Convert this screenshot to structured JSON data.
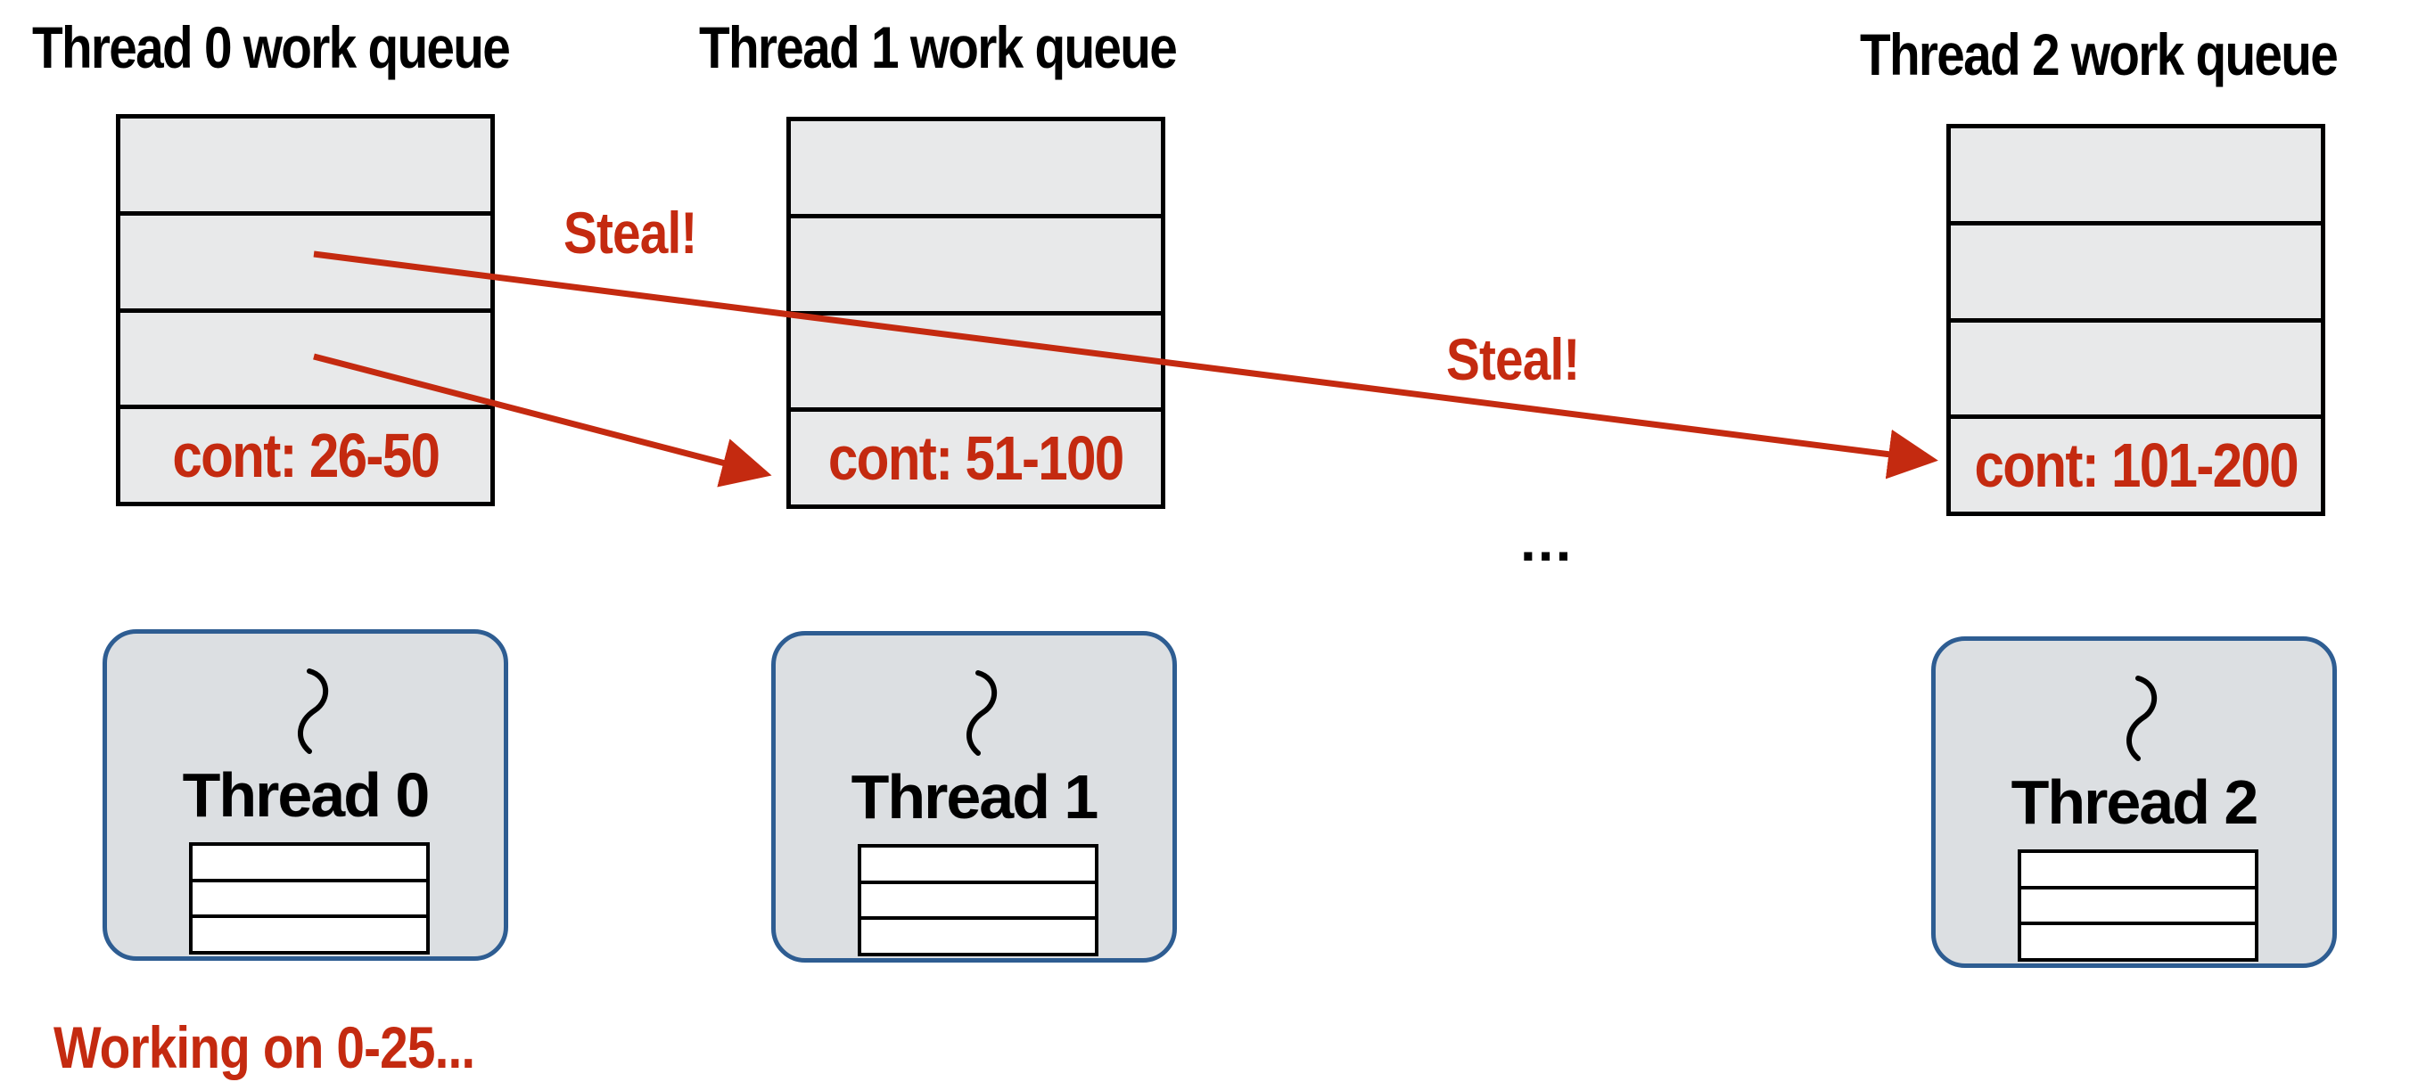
{
  "colors": {
    "accent_red": "#c42a10",
    "thread_border": "#2e5d92",
    "queue_fill": "#e8e9ea",
    "thread_fill": "#dcdfe2"
  },
  "queues": [
    {
      "title": "Thread 0 work queue",
      "cont_label": "cont: 26-50"
    },
    {
      "title": "Thread 1 work queue",
      "cont_label": "cont: 51-100"
    },
    {
      "title": "Thread 2 work queue",
      "cont_label": "cont: 101-200"
    }
  ],
  "threads": [
    {
      "name": "Thread 0"
    },
    {
      "name": "Thread 1"
    },
    {
      "name": "Thread 2"
    }
  ],
  "steal_labels": [
    "Steal!",
    "Steal!"
  ],
  "ellipsis": "...",
  "status_text": "Working on 0-25..."
}
